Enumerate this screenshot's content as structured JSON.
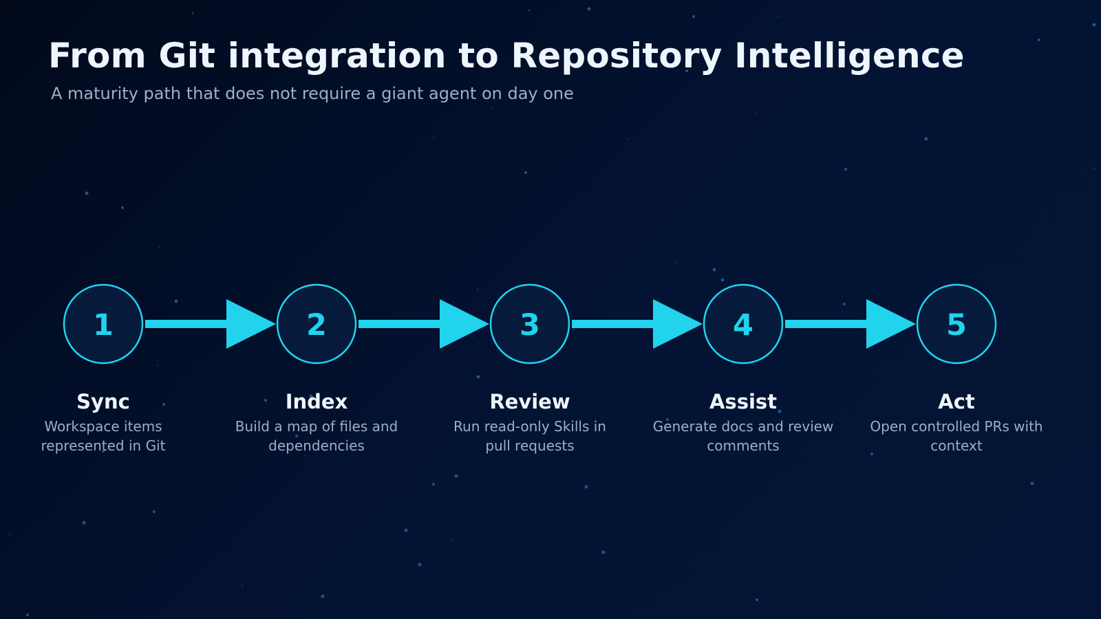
{
  "title": "From Git integration to Repository Intelligence",
  "subtitle": "A maturity path that does not require a giant agent on day one",
  "colors": {
    "accent": "#22d3ee",
    "circle_fill": "#061b3b",
    "title": "#eef5fc",
    "muted": "#9bb0c8",
    "star": "#2a6f90"
  },
  "steps": [
    {
      "number": "1",
      "label": "Sync",
      "description_lines": [
        "Workspace items",
        "represented in Git"
      ]
    },
    {
      "number": "2",
      "label": "Index",
      "description_lines": [
        "Build a map of files and",
        "dependencies"
      ]
    },
    {
      "number": "3",
      "label": "Review",
      "description_lines": [
        "Run read-only Skills in",
        "pull requests"
      ]
    },
    {
      "number": "4",
      "label": "Assist",
      "description_lines": [
        "Generate docs and review",
        "comments"
      ]
    },
    {
      "number": "5",
      "label": "Act",
      "description_lines": [
        "Open controlled PRs with",
        "context"
      ]
    }
  ]
}
